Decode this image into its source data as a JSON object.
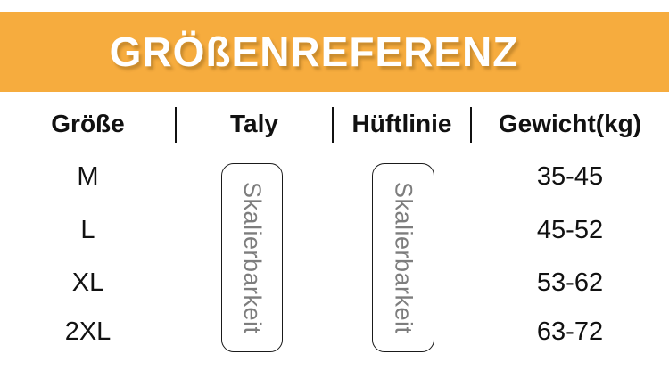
{
  "title": "GRÖßENREFERENZ",
  "theme": {
    "banner_color": "#F6AC3E",
    "title_color": "#FFFFFF",
    "text_color": "#111111",
    "muted_text_color": "#7D7D7D"
  },
  "table": {
    "headers": [
      "Größe",
      "Taly",
      "Hüftlinie",
      "Gewicht(kg)"
    ],
    "rows": [
      {
        "size": "M",
        "weight": "35-45"
      },
      {
        "size": "L",
        "weight": "45-52"
      },
      {
        "size": "XL",
        "weight": "53-62"
      },
      {
        "size": "2XL",
        "weight": "63-72"
      }
    ],
    "scalability_label": "Skalierbarkeit"
  },
  "chart_data": {
    "type": "table",
    "title": "GRÖßENREFERENZ",
    "columns": [
      "Größe",
      "Taly",
      "Hüftlinie",
      "Gewicht(kg)"
    ],
    "rows": [
      [
        "M",
        "Skalierbarkeit",
        "Skalierbarkeit",
        "35-45"
      ],
      [
        "L",
        "Skalierbarkeit",
        "Skalierbarkeit",
        "45-52"
      ],
      [
        "XL",
        "Skalierbarkeit",
        "Skalierbarkeit",
        "53-62"
      ],
      [
        "2XL",
        "Skalierbarkeit",
        "Skalierbarkeit",
        "63-72"
      ]
    ],
    "layout_hints": "Taly and Hüftlinie columns each hold one merged vertical rounded-border cell with rotated gray text spanning all four size rows"
  }
}
